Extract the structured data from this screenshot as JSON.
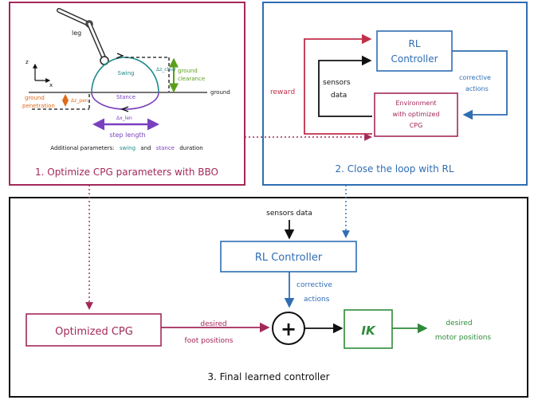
{
  "panel1": {
    "title": "1. Optimize CPG parameters with BBO",
    "leg_label": "leg",
    "axis_z": "z",
    "axis_x": "x",
    "swing_label": "Swing",
    "stance_label": "Stance",
    "ground_label": "ground",
    "ground_clearance": [
      "ground",
      "clearance"
    ],
    "ground_penetration": [
      "ground",
      "penetration"
    ],
    "delta_clear": "Δz_clear",
    "delta_pen": "Δz_pen",
    "delta_len": "Δx_len",
    "step_length": "step length",
    "additional_prefix": "Additional parameters:",
    "swing_word": "swing",
    "and_word": "and",
    "stance_word": "stance",
    "duration_word": "duration"
  },
  "panel2": {
    "title": "2. Close the loop with RL",
    "rl_controller": [
      "RL",
      "Controller"
    ],
    "environment": [
      "Environment",
      "with optimized",
      "CPG"
    ],
    "reward": "reward",
    "sensors_data": [
      "sensors",
      "data"
    ],
    "corrective_actions": [
      "corrective",
      "actions"
    ]
  },
  "panel3": {
    "title": "3. Final learned controller",
    "sensors_data": "sensors data",
    "rl_controller": "RL Controller",
    "corrective_actions": [
      "corrective",
      "actions"
    ],
    "optimized_cpg": "Optimized CPG",
    "desired_foot": [
      "desired",
      "foot positions"
    ],
    "plus": "+",
    "ik": "IK",
    "desired_motor": [
      "desired",
      "motor positions"
    ]
  },
  "colors": {
    "crimson": "#a3285a",
    "blue": "#2f6db3",
    "green": "#2e8b3a",
    "teal": "#1f8a8a",
    "purple": "#7a3fbf",
    "orange": "#e06a1a",
    "olive_green": "#5a9e1a",
    "black": "#111111"
  }
}
